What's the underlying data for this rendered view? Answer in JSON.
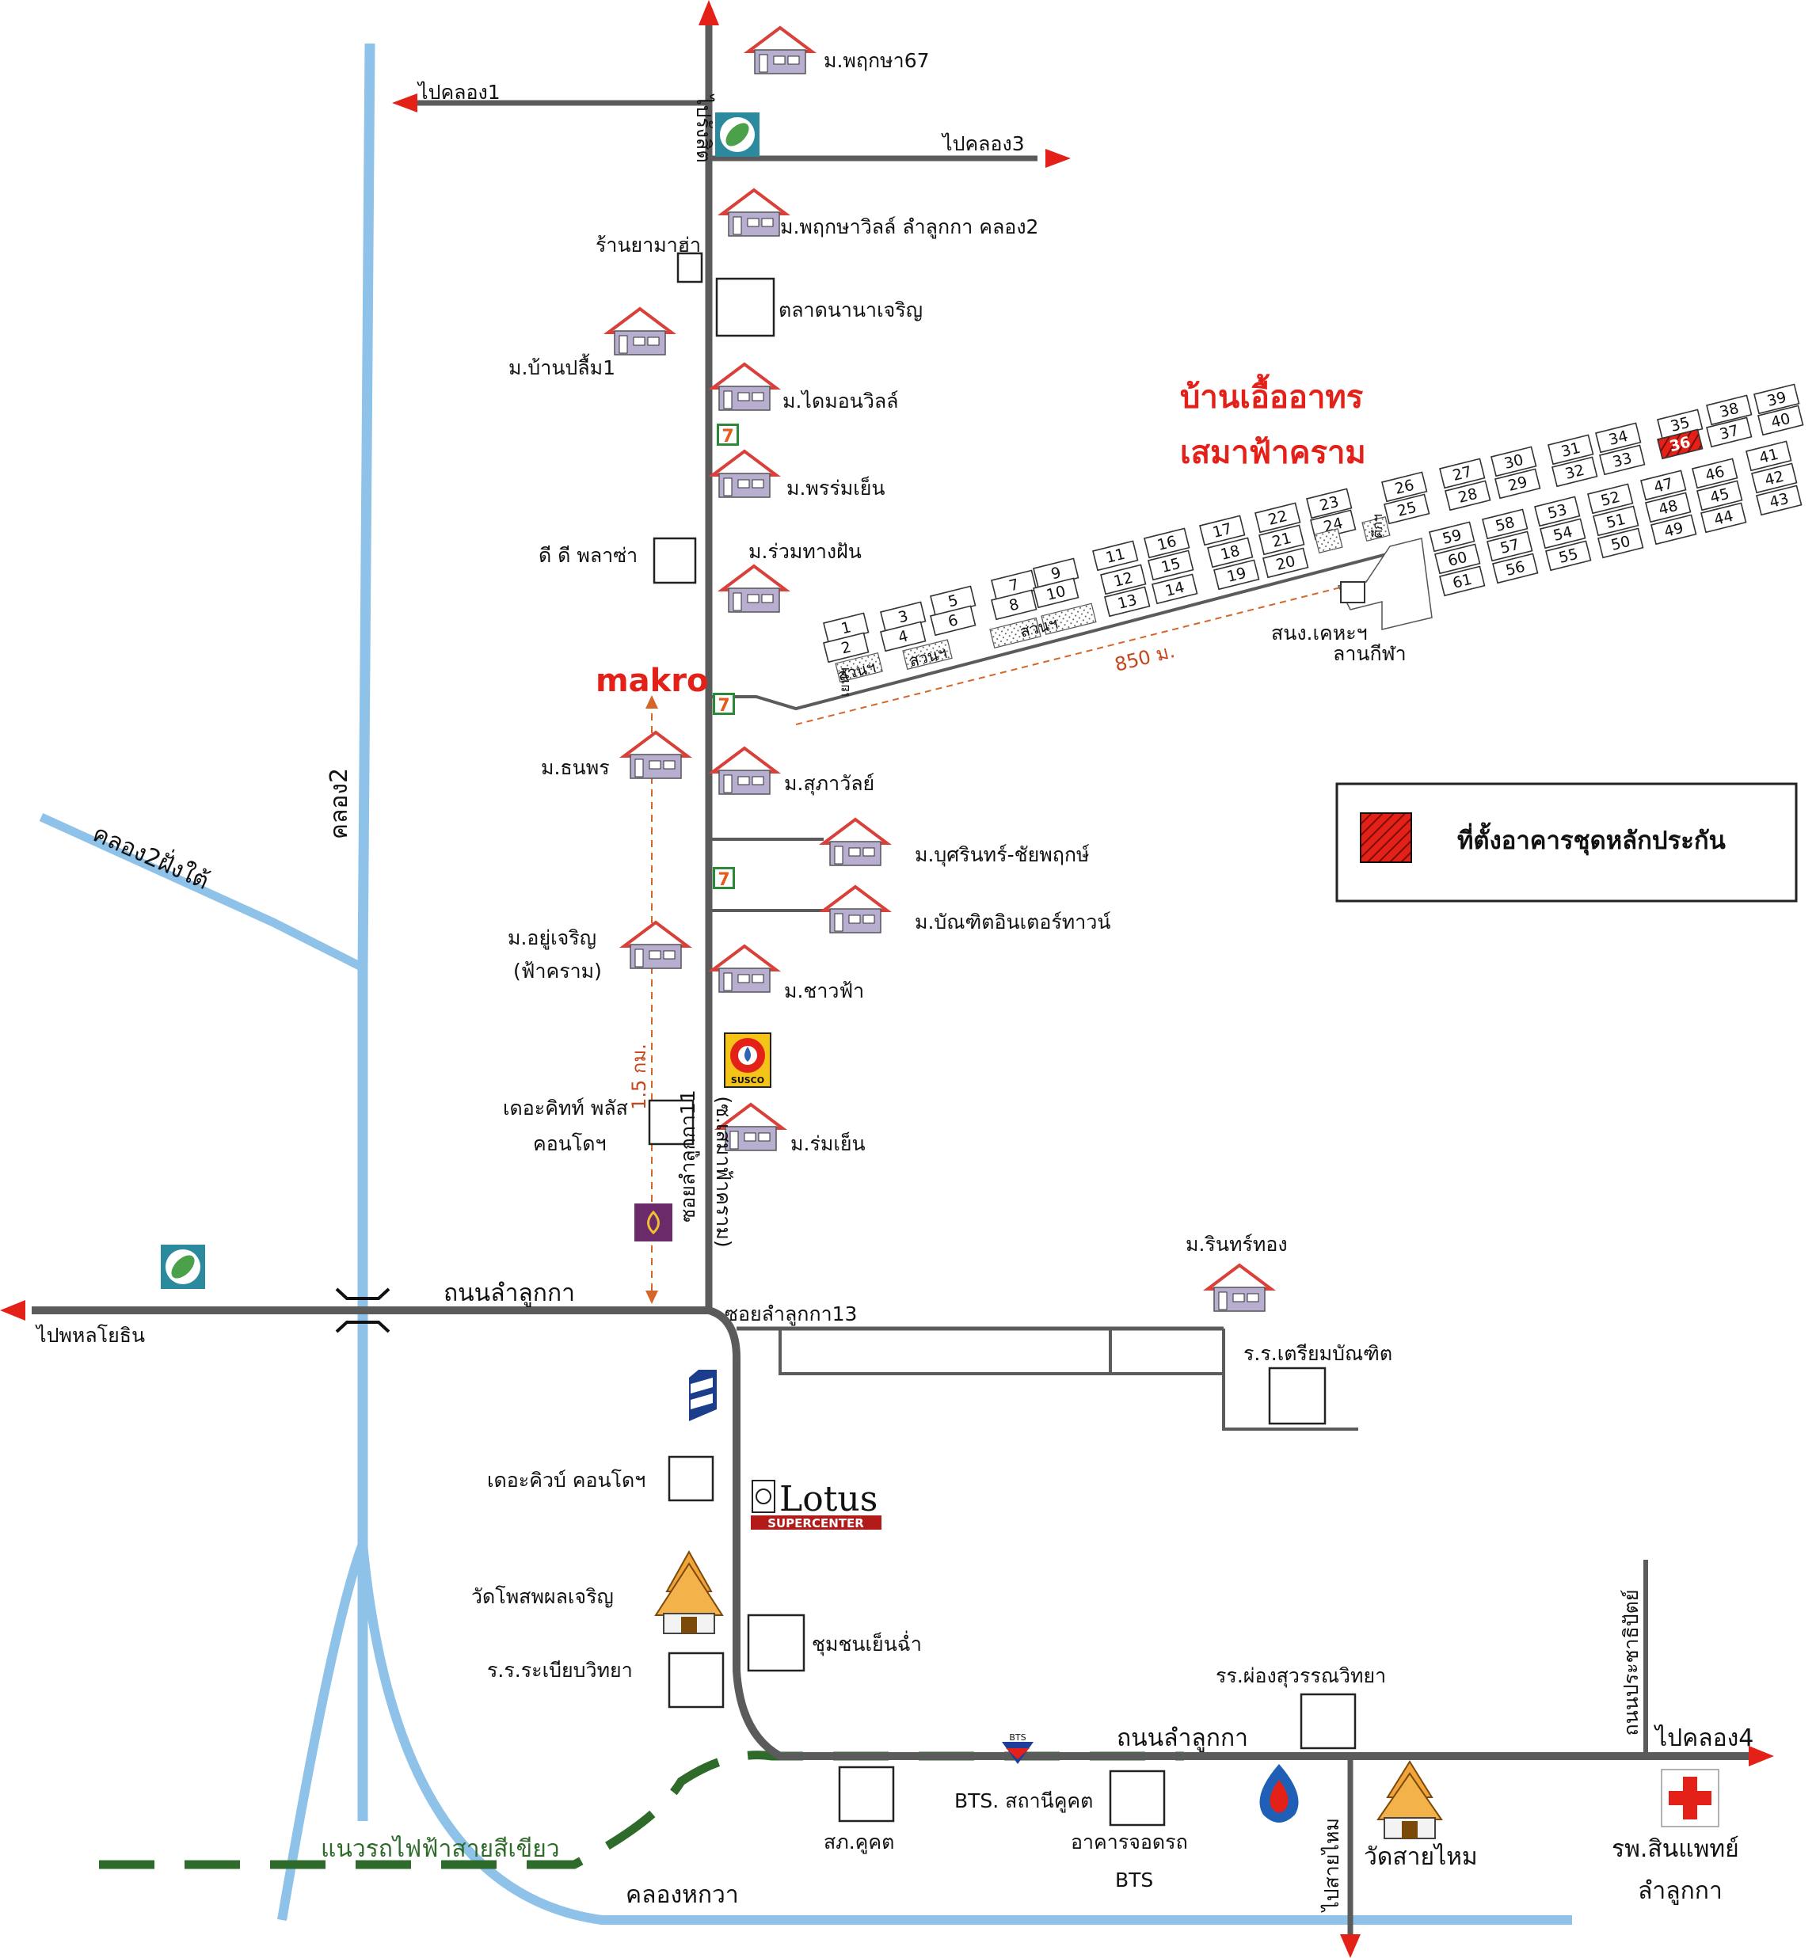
{
  "colors": {
    "canal": "#8ec2e8",
    "road": "#5b5b5b",
    "accent_red": "#e32119",
    "rail_green": "#2e6b2a",
    "dashed_orange": "#d4662a",
    "house_roof": "#d9403a",
    "house_wall": "#a99ec2"
  },
  "project": {
    "title_line1": "บ้านเอื้ออาทร",
    "title_line2": "เสมาฟ้าคราม",
    "lots": [
      "1",
      "2",
      "3",
      "4",
      "5",
      "6",
      "7",
      "8",
      "9",
      "10",
      "11",
      "12",
      "13",
      "14",
      "15",
      "16",
      "17",
      "18",
      "19",
      "20",
      "21",
      "22",
      "23",
      "24",
      "25",
      "26",
      "27",
      "28",
      "29",
      "30",
      "31",
      "32",
      "33",
      "34",
      "35",
      "36",
      "37",
      "38",
      "39",
      "40",
      "41",
      "42",
      "43",
      "44",
      "45",
      "46",
      "47",
      "48",
      "49",
      "50",
      "51",
      "52",
      "53",
      "54",
      "55",
      "56",
      "57",
      "58",
      "59",
      "60",
      "61"
    ],
    "highlight_lot": "36",
    "park_label": "สวนฯ",
    "facility_label_1": "สนง.เคหะฯ",
    "facility_label_2": "ลานกีฬา",
    "distance_label": "850 ม.",
    "small_label_1": "เยนฯ",
    "small_label_2": "ตึกฯ"
  },
  "legend": {
    "label": "ที่ตั้งอาคารชุดหลักประกัน"
  },
  "labels": {
    "to_rangsit": "ไปรังสิต",
    "to_khlong1": "ไปคลอง1",
    "to_khlong3": "ไปคลอง3",
    "to_khlong4": "ไปคลอง4",
    "to_phahonyothin": "ไปพหลโยธิน",
    "to_sai_mai": "ไปสายไหม",
    "khlong2": "คลอง2",
    "khlong2_south": "คลอง2ฝั่งใต้",
    "khlong_hok_wa": "คลองหกวา",
    "road_lam_luk_ka": "ถนนลำลูกกา",
    "road_lam_luk_ka_2": "ถนนลำลูกกา",
    "soi11": "ซอยลำลูกกา11",
    "soi11_sub": "(ซ.เสมาฟ้าคราม)",
    "soi13": "ซอยลำลูกกา13",
    "road_prachathip": "ถนนประชาธิปัตย์",
    "distance_1_5km": "1.5 กม.",
    "green_line": "แนวรถไฟฟ้าสายสีเขียว",
    "makro": "makro",
    "lotus": "Lotus",
    "lotus_sub": "SUPERCENTER",
    "susco": "SUSCO",
    "bts_logo": "BTS"
  },
  "places": {
    "pruksa67": "ม.พฤกษา67",
    "pruksa_ville": "ม.พฤกษาวิลล์ ลำลูกกา คลอง2",
    "ma_ha_shop": "ร้านยามาฮ่า",
    "nana_market": "ตลาดนานาเจริญ",
    "ban_plim": "ม.บ้านปลื้ม1",
    "diamond": "ม.ไดมอนวิลล์",
    "phromyen": "ม.พรร่มเย็น",
    "dd_plaza": "ดี ดี พลาซ่า",
    "ruam_thang_fan": "ม.ร่วมทางฝัน",
    "thanaporn": "ม.ธนพร",
    "supawan": "ม.สุภาวัลย์",
    "busarin": "ม.บุศรินทร์-ชัยพฤกษ์",
    "bandit": "ม.บัณฑิตอินเตอร์ทาวน์",
    "yu_charoen": "ม.อยู่เจริญ",
    "yu_charoen_sub": "(ฟ้าคราม)",
    "chao_fa": "ม.ชาวฟ้า",
    "the_kit": "เดอะคิทท์ พลัส",
    "the_kit_sub": "คอนโดฯ",
    "rom_yen": "ม.ร่มเย็น",
    "rin_thong": "ม.รินทร์ทอง",
    "triam_bandit": "ร.ร.เตรียมบัณฑิต",
    "the_cube": "เดอะคิวบ์ คอนโดฯ",
    "wat_phot": "วัดโพสพผลเจริญ",
    "rabiab": "ร.ร.ระเบียบวิทยา",
    "chumchon": "ชุมชนเย็นฉ่ำ",
    "phong_suwan": "รร.ผ่องสุวรรณวิทยา",
    "police": "สภ.คูคต",
    "bts_station": "BTS. สถานีคูคต",
    "parking": "อาคารจอดรถ",
    "parking_sub": "BTS",
    "wat_sai_mai": "วัดสายไหม",
    "hospital": "รพ.สินแพทย์",
    "hospital_sub": "ลำลูกกา"
  }
}
